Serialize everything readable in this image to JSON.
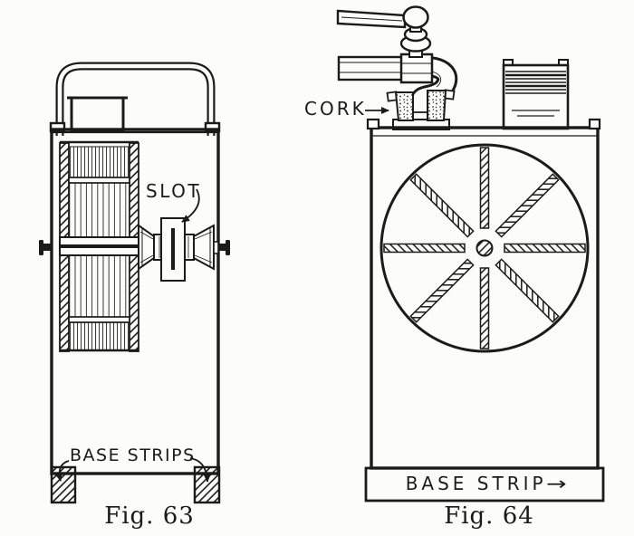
{
  "page": {
    "paper_color": "#fcfcfa",
    "ink_color": "#1b1b1b"
  },
  "fig63": {
    "caption": "Fig. 63",
    "labels": {
      "slot": "SLOT",
      "base_strips": "BASE STRIPS"
    }
  },
  "fig64": {
    "caption": "Fig. 64",
    "labels": {
      "cork": "CORK",
      "base_strip": "BASE STRIP",
      "base_strip_arrow": "→"
    }
  }
}
